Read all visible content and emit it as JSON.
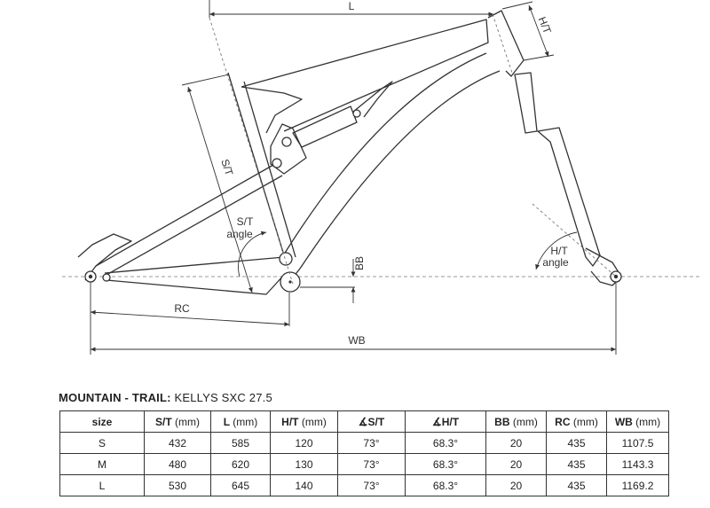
{
  "diagram": {
    "labels": {
      "l": "L",
      "ht": "H/T",
      "st": "S/T",
      "st_angle_1": "S/T",
      "st_angle_2": "angle",
      "ht_angle_1": "H/T",
      "ht_angle_2": "angle",
      "bb": "BB",
      "rc": "RC",
      "wb": "WB"
    }
  },
  "spec": {
    "title_bold": "MOUNTAIN - TRAIL:",
    "title_model": "KELLYS SXC 27.5",
    "columns": [
      {
        "main": "size",
        "unit": ""
      },
      {
        "main": "S/T",
        "unit": "(mm)"
      },
      {
        "main": "L",
        "unit": "(mm)"
      },
      {
        "main": "H/T",
        "unit": "(mm)"
      },
      {
        "main": "∡S/T",
        "unit": ""
      },
      {
        "main": "∡H/T",
        "unit": ""
      },
      {
        "main": "BB",
        "unit": "(mm)"
      },
      {
        "main": "RC",
        "unit": "(mm)"
      },
      {
        "main": "WB",
        "unit": "(mm)"
      }
    ],
    "rows": [
      [
        "S",
        "432",
        "585",
        "120",
        "73°",
        "68.3°",
        "20",
        "435",
        "1107.5"
      ],
      [
        "M",
        "480",
        "620",
        "130",
        "73°",
        "68.3°",
        "20",
        "435",
        "1143.3"
      ],
      [
        "L",
        "530",
        "645",
        "140",
        "73°",
        "68.3°",
        "20",
        "435",
        "1169.2"
      ]
    ]
  }
}
